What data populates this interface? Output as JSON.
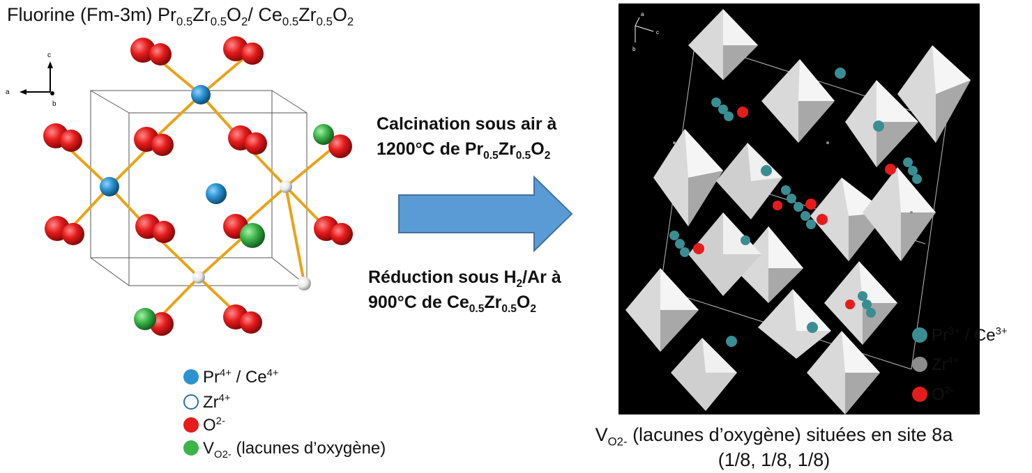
{
  "left": {
    "title_base": "Fluorine (Fm-3m) Pr",
    "title_sub1": "0.5",
    "title_mid1": "Zr",
    "title_sub2": "0.5",
    "title_mid2": "O",
    "title_sub3": "2",
    "title_mid3": "/ Ce",
    "title_sub4": "0.5",
    "title_mid4": "Zr",
    "title_sub5": "0.5",
    "title_mid5": "O",
    "title_sub6": "2",
    "axes": {
      "a": "a",
      "b": "b",
      "c": "c"
    },
    "legend": [
      {
        "base": "Pr",
        "sup": "4+",
        "rest": " / Ce",
        "sup2": "4+"
      },
      {
        "base": "Zr",
        "sup": "4+"
      },
      {
        "base": "O",
        "sup": "2-"
      },
      {
        "base": "V",
        "sub": "O2-",
        "rest": " (lacunes d’oxygène)"
      }
    ]
  },
  "process": {
    "line1": "Calcination sous air à",
    "line2_a": "1200°C de  Pr",
    "line2_s1": "0.5",
    "line2_b": "Zr",
    "line2_s2": "0.5",
    "line2_c": "O",
    "line2_s3": "2",
    "line3_a": "Réduction sous H",
    "line3_s1": "2",
    "line3_b": "/Ar à",
    "line4_a": "900°C de  Ce",
    "line4_s1": "0.5",
    "line4_b": "Zr",
    "line4_s2": "0.5",
    "line4_c": "O",
    "line4_s3": "2"
  },
  "right": {
    "axes": {
      "a": "a",
      "b": "b",
      "c": "c"
    },
    "legend": [
      {
        "base": "Pr",
        "sup": "3+",
        "rest": " / Ce",
        "sup2": "3+"
      },
      {
        "base": "Zr",
        "sup": "4+"
      },
      {
        "base": "O",
        "sup": "2-"
      }
    ],
    "caption_a": "V",
    "caption_sub": "O2-",
    "caption_b": " (lacunes d’oxygène) situées en site 8a",
    "caption_line2": "(1/8, 1/8, 1/8)"
  },
  "colors": {
    "oxygen": "#e51c1c",
    "pr_ce_4": "#2b93cf",
    "zr": "#ffffff",
    "vacancy": "#3cb44b",
    "pr_ce_3": "#3a8e93",
    "zr_gray": "#8c8c8c",
    "bond": "#e8a317",
    "arrow": "#5b9bd5"
  }
}
